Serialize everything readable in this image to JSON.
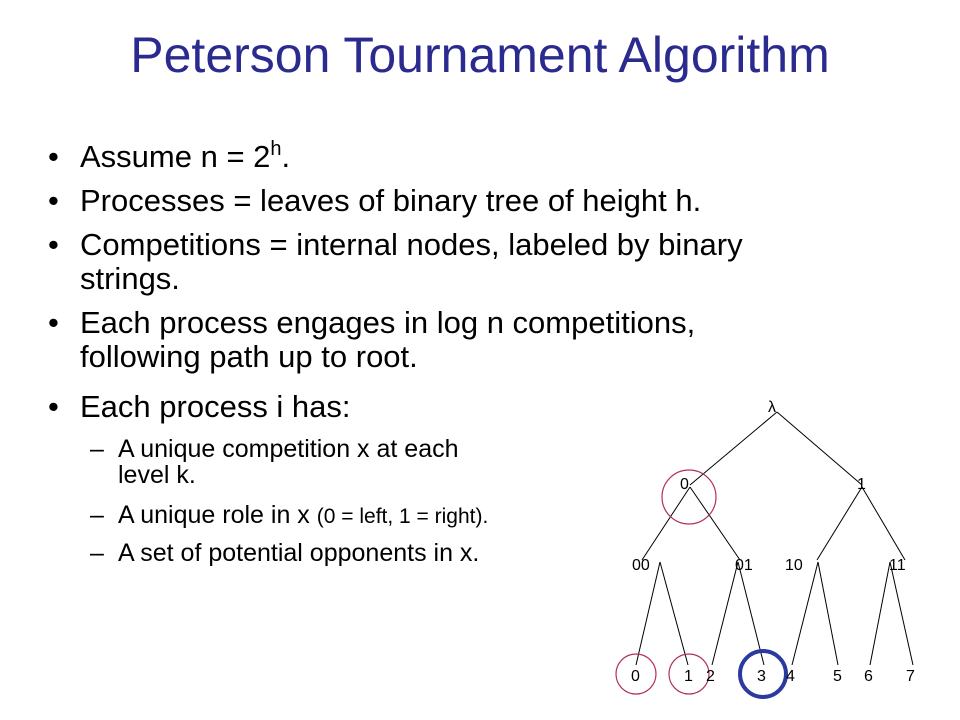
{
  "title": "Peterson Tournament Algorithm",
  "bullets": {
    "b1_text": "Assume n = 2",
    "b1_sup": "h",
    "b1_tail": ".",
    "b2": "Processes = leaves of binary tree of height h.",
    "b3_line1": "Competitions = internal nodes, labeled by binary",
    "b3_line2": "strings.",
    "b4_line1": "Each process engages in log n competitions,",
    "b4_line2": "following path up to root.",
    "b5": "Each process i has:"
  },
  "sub_bullets": {
    "s1_line1": "A unique competition x at each",
    "s1_line2": "level k.",
    "s2_main": "A unique role in x ",
    "s2_small": "(0 = left, 1 = right).",
    "s3": "A set of potential opponents in x."
  },
  "markers": {
    "bullet": "•",
    "dash": "–"
  },
  "tree": {
    "root_label": "λ",
    "level1": [
      "0",
      "1"
    ],
    "level2": [
      "00",
      "01",
      "10",
      "11"
    ],
    "leaves": [
      "0",
      "1",
      "2",
      "3",
      "4",
      "5",
      "6",
      "7"
    ],
    "circle_color_thin": "#b03060",
    "circle_color_thick": "#2a3aa0"
  }
}
